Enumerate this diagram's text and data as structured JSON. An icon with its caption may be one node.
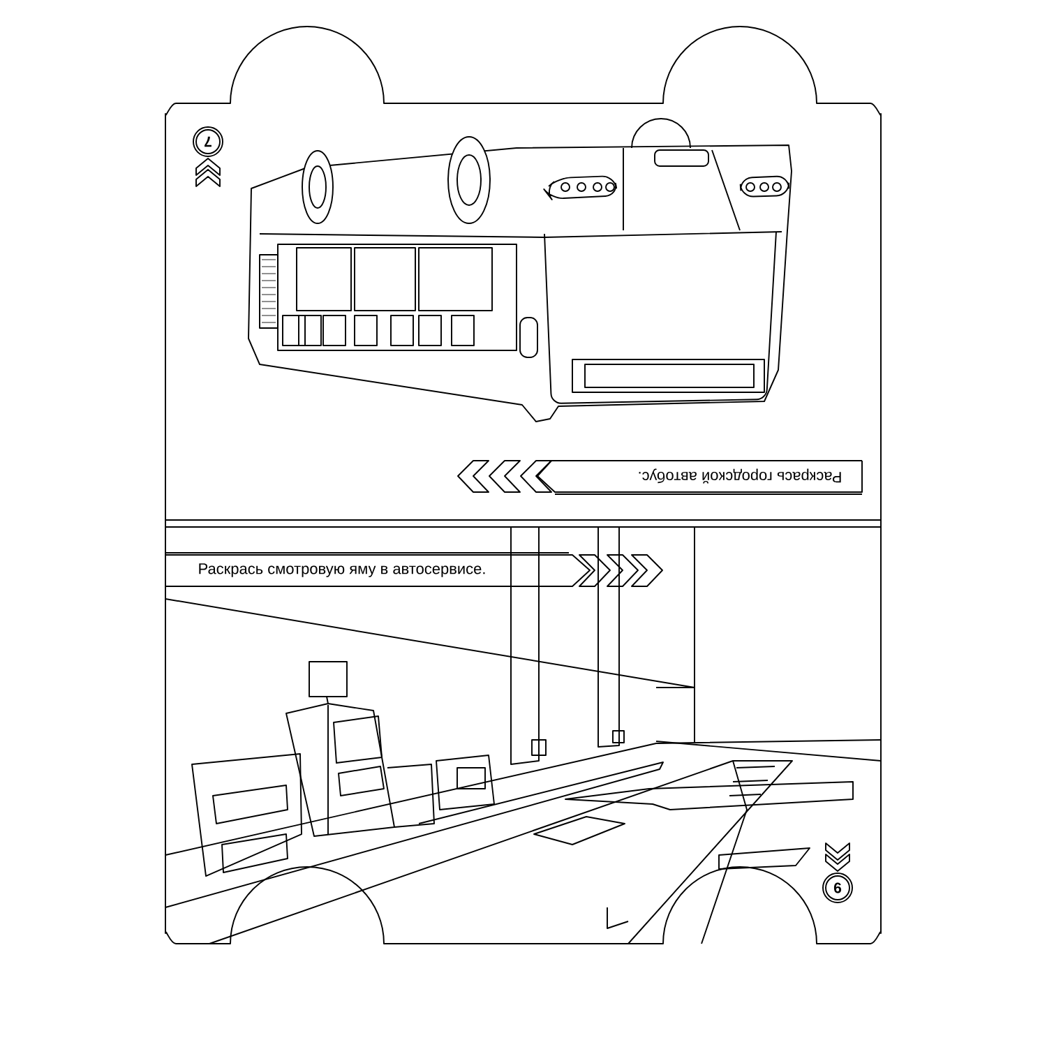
{
  "diagram": {
    "nodes": [
      {
        "text": [
          "Раскрась городской автобус."
        ]
      },
      {
        "text": [
          "Раскрась смотровую яму в автосервисе."
        ]
      },
      {
        "text": [
          "7"
        ]
      },
      {
        "text": [
          "6"
        ]
      }
    ]
  }
}
